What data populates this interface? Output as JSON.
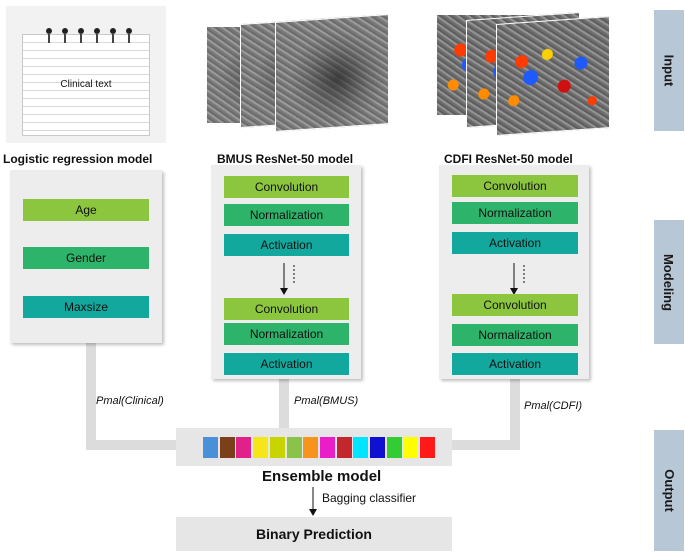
{
  "stages": {
    "input": "Input",
    "modeling": "Modeling",
    "output": "Output"
  },
  "notebook": {
    "label": "Clinical text"
  },
  "models": {
    "logistic": {
      "title": "Logistic regression  model",
      "blocks": [
        "Age",
        "Gender",
        "Maxsize"
      ]
    },
    "bmus": {
      "title": "BMUS ResNet-50 model",
      "blocks_top": [
        "Convolution",
        "Normalization",
        "Activation"
      ],
      "blocks_bottom": [
        "Convolution",
        "Normalization",
        "Activation"
      ]
    },
    "cdfi": {
      "title": "CDFI ResNet-50 model",
      "blocks_top": [
        "Convolution",
        "Normalization",
        "Activation"
      ],
      "blocks_bottom": [
        "Convolution",
        "Normalization",
        "Activation"
      ]
    }
  },
  "probabilities": {
    "clinical": "Pmal(Clinical)",
    "bmus": "Pmal(BMUS)",
    "cdfi": "Pmal(CDFI)"
  },
  "ensemble": {
    "title": "Ensemble model",
    "swatch_colors": [
      "#4a90d9",
      "#7b3f1a",
      "#e0218a",
      "#f5e61a",
      "#c8d400",
      "#8bc34a",
      "#f7941d",
      "#e91ec9",
      "#c1272d",
      "#00e5ff",
      "#1010d0",
      "#33cc33",
      "#ffff00",
      "#ff1a1a"
    ]
  },
  "bagging": {
    "label": "Bagging classifier"
  },
  "output": {
    "label": "Binary Prediction"
  },
  "colors": {
    "stage_bg": "#b8c7d6",
    "green_light": "#8cc63f",
    "green": "#2db36a",
    "teal": "#13a89e",
    "panel_bg": "#ededed"
  }
}
